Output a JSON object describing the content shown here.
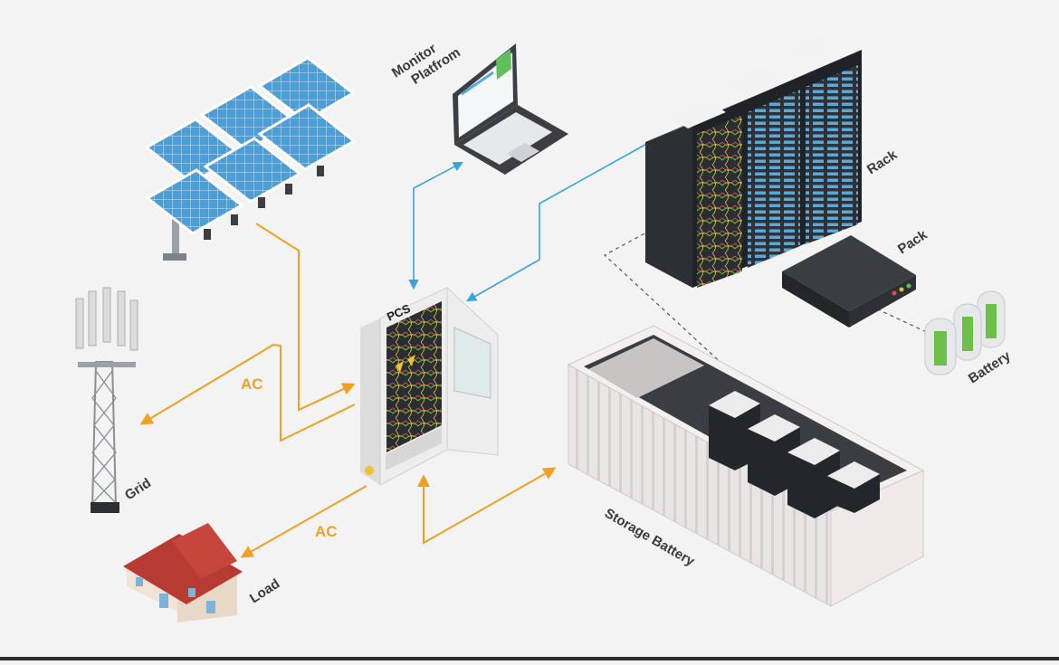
{
  "labels": {
    "monitor_line1": "Monitor",
    "monitor_line2": "Platfrom",
    "rack": "Rack",
    "pack": "Pack",
    "battery": "Battery",
    "pcs": "PCS",
    "grid": "Grid",
    "load": "Load",
    "storage": "Storage Battery",
    "ac_grid": "AC",
    "ac_load": "AC"
  },
  "colors": {
    "ac_line": "#f0a020",
    "data_line": "#3aa3dc",
    "background": "#f3f3f3"
  }
}
